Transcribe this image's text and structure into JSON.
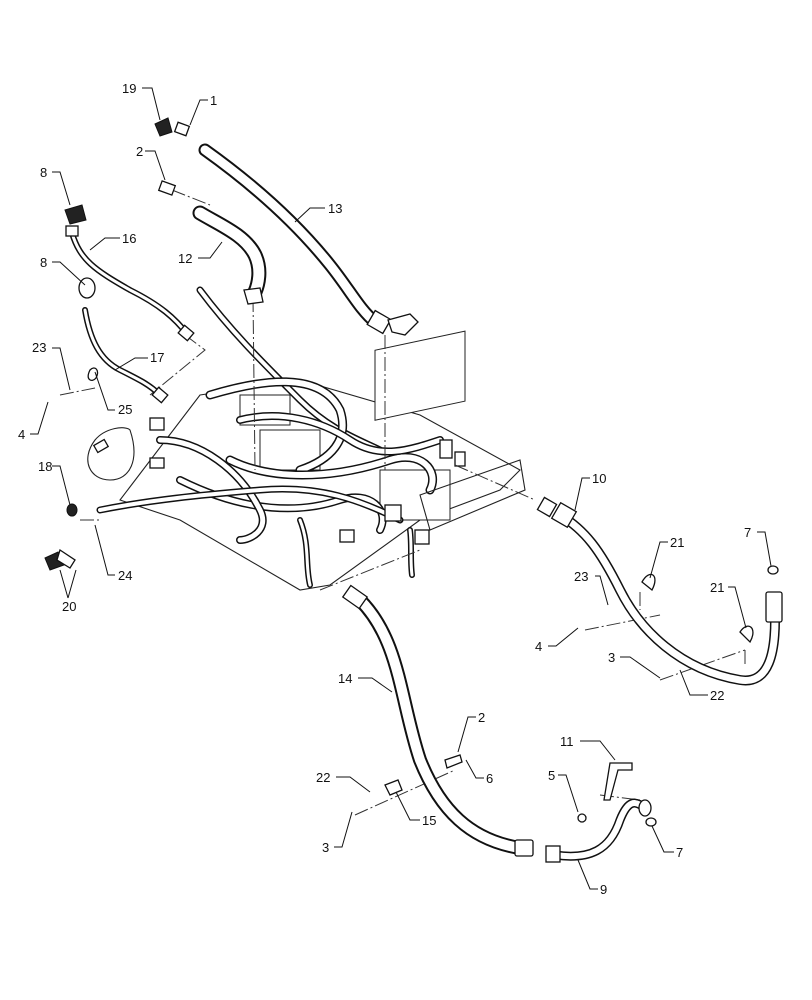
{
  "callouts": [
    {
      "id": "c19",
      "label": "19"
    },
    {
      "id": "c1",
      "label": "1"
    },
    {
      "id": "c2a",
      "label": "2"
    },
    {
      "id": "c8a",
      "label": "8"
    },
    {
      "id": "c8b",
      "label": "8"
    },
    {
      "id": "c16",
      "label": "16"
    },
    {
      "id": "c13",
      "label": "13"
    },
    {
      "id": "c12",
      "label": "12"
    },
    {
      "id": "c23a",
      "label": "23"
    },
    {
      "id": "c17",
      "label": "17"
    },
    {
      "id": "c25",
      "label": "25"
    },
    {
      "id": "c4a",
      "label": "4"
    },
    {
      "id": "c18",
      "label": "18"
    },
    {
      "id": "c24",
      "label": "24"
    },
    {
      "id": "c20",
      "label": "20"
    },
    {
      "id": "c10",
      "label": "10"
    },
    {
      "id": "c7a",
      "label": "7"
    },
    {
      "id": "c21a",
      "label": "21"
    },
    {
      "id": "c23b",
      "label": "23"
    },
    {
      "id": "c21b",
      "label": "21"
    },
    {
      "id": "c4b",
      "label": "4"
    },
    {
      "id": "c3a",
      "label": "3"
    },
    {
      "id": "c22a",
      "label": "22"
    },
    {
      "id": "c14",
      "label": "14"
    },
    {
      "id": "c2b",
      "label": "2"
    },
    {
      "id": "c6",
      "label": "6"
    },
    {
      "id": "c11",
      "label": "11"
    },
    {
      "id": "c22b",
      "label": "22"
    },
    {
      "id": "c5",
      "label": "5"
    },
    {
      "id": "c15",
      "label": "15"
    },
    {
      "id": "c3b",
      "label": "3"
    },
    {
      "id": "c7b",
      "label": "7"
    },
    {
      "id": "c9",
      "label": "9"
    }
  ]
}
